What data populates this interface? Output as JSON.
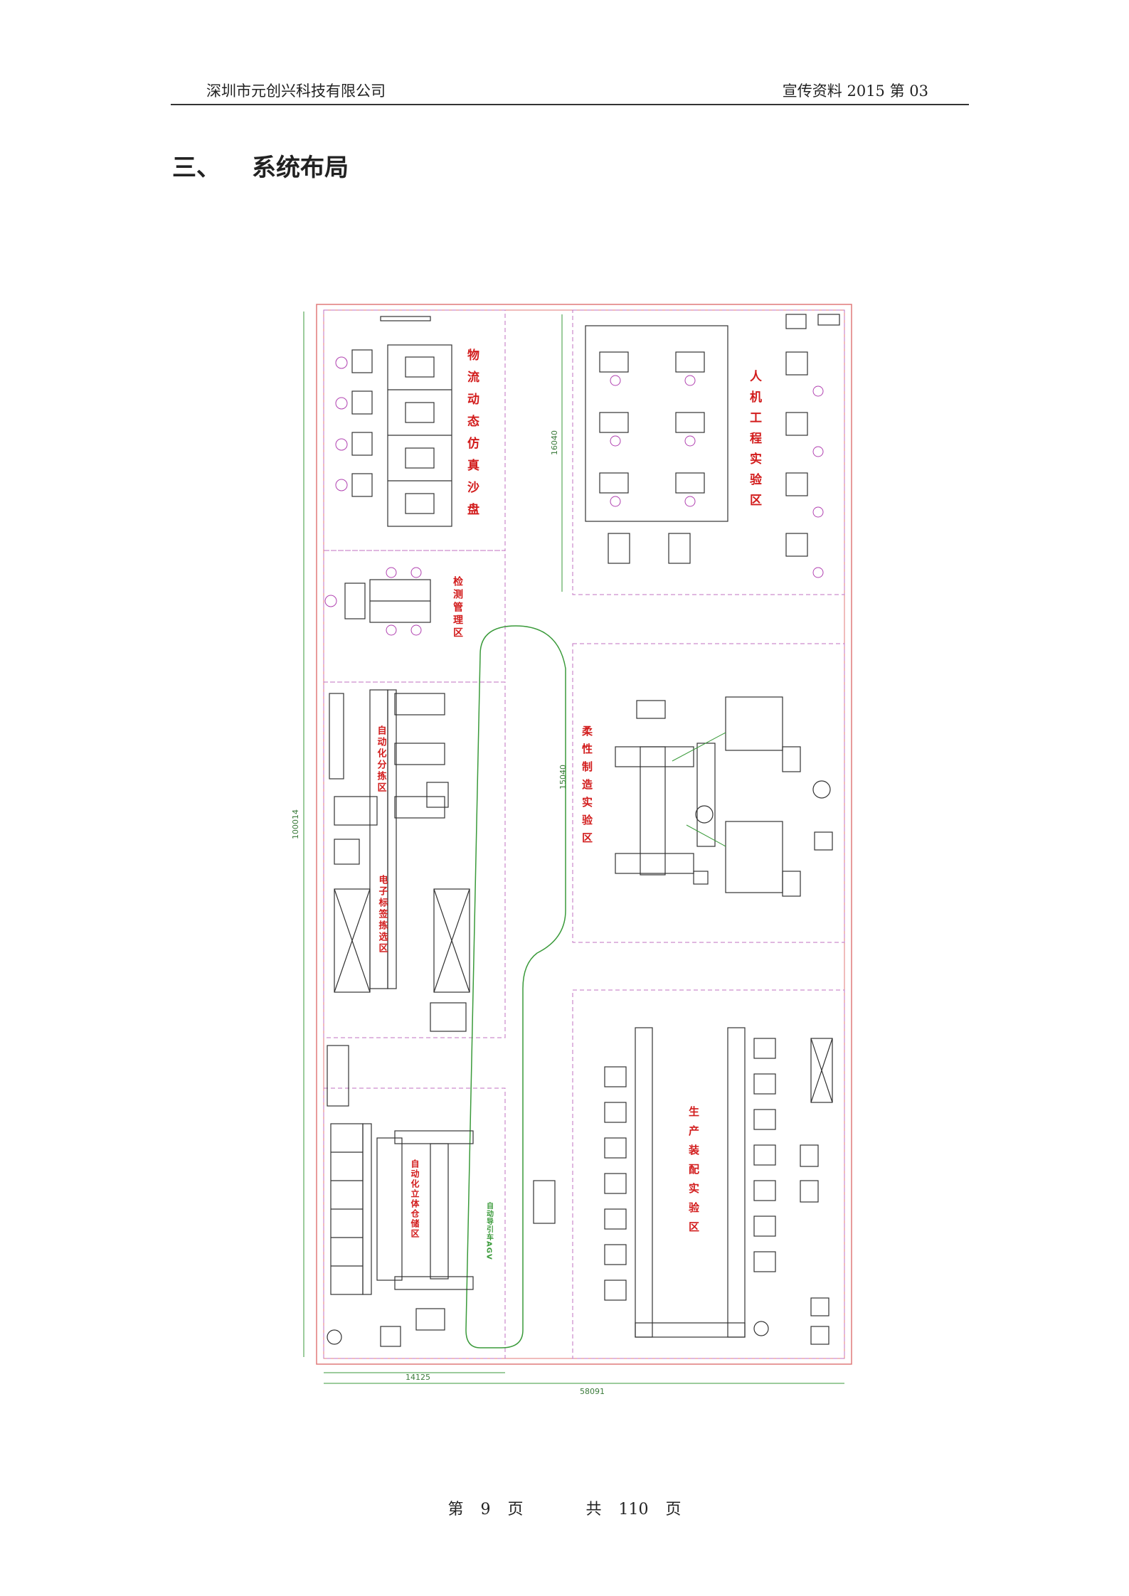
{
  "header": {
    "company": "深圳市元创兴科技有限公司",
    "doc_label": "宣传资料 2015 第 03"
  },
  "section": {
    "number": "三、",
    "title": "系统布局"
  },
  "layout_zones": {
    "logistics": "物流动态仿真沙盘",
    "hmi": "人机工程实验区",
    "mgmt": "检测管理区",
    "storage": "自动化分拣区",
    "electronic": "电子标签拣选区",
    "flexible": "柔性制造实验区",
    "auto_warehouse": "自动化立体仓储区",
    "assembly": "生产装配实验区",
    "agv": "自动导引车AGV"
  },
  "dimensions": {
    "total_height": "100014",
    "total_width": "58091",
    "bottom_left": "14125",
    "flex_height": "15040",
    "hmi_height": "16040"
  },
  "footer": {
    "page_word_1": "第",
    "page_num": "9",
    "page_word_2": "页",
    "total_word_1": "共",
    "total_num": "110",
    "total_word_2": "页"
  }
}
